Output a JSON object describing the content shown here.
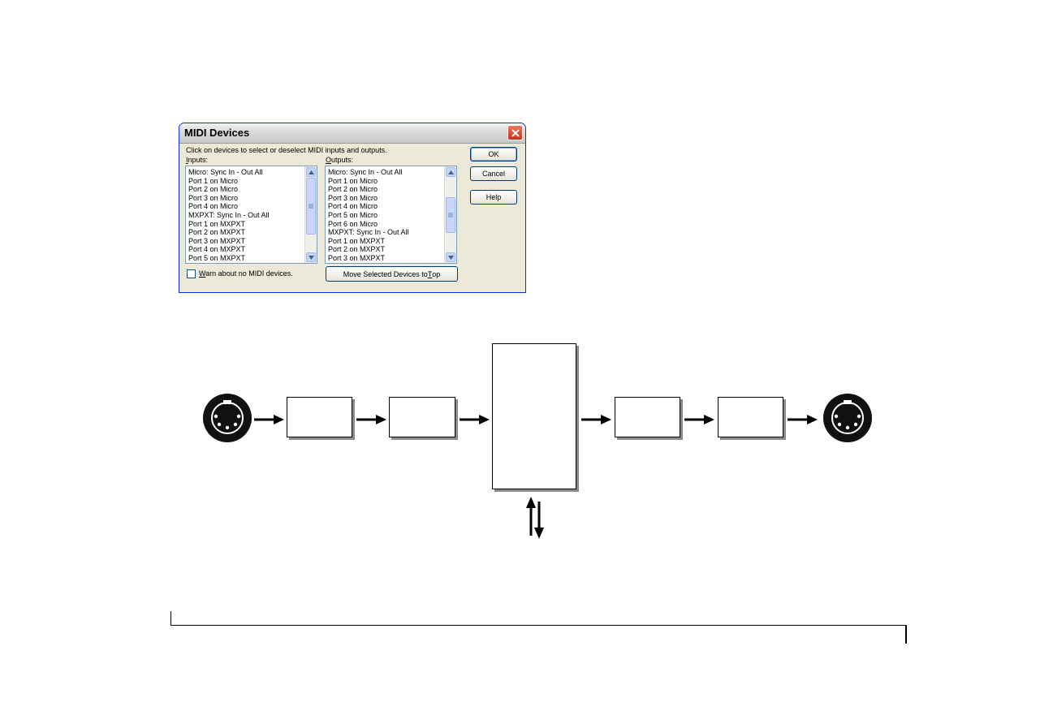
{
  "dialog": {
    "title": "MIDI Devices",
    "instruction": "Click on devices to select or deselect MIDI inputs and outputs.",
    "inputs_label_mnemonic": "I",
    "inputs_label_rest": "nputs:",
    "outputs_label_mnemonic": "O",
    "outputs_label_rest": "utputs:",
    "inputs": [
      "Micro: Sync In - Out All",
      "Port 1 on Micro",
      "Port 2 on Micro",
      "Port 3 on Micro",
      "Port 4 on Micro",
      "MXPXT: Sync In - Out All",
      "Port 1 on MXPXT",
      "Port 2 on MXPXT",
      "Port 3 on MXPXT",
      "Port 4 on MXPXT",
      "Port 5 on MXPXT"
    ],
    "outputs": [
      "Micro: Sync In - Out All",
      "Port 1 on Micro",
      "Port 2 on Micro",
      "Port 3 on Micro",
      "Port 4 on Micro",
      "Port 5 on Micro",
      "Port 6 on Micro",
      "MXPXT: Sync In - Out All",
      "Port 1 on MXPXT",
      "Port 2 on MXPXT",
      "Port 3 on MXPXT"
    ],
    "buttons": {
      "ok": "OK",
      "cancel": "Cancel",
      "help": "Help",
      "move_pre": "Move Selected Devices to ",
      "move_mnemonic": "T",
      "move_post": "op"
    },
    "warn_mnemonic": "W",
    "warn_rest": "arn about no MIDI devices.",
    "warn_checked": false
  },
  "diagram": {
    "blocks": [
      "block-1",
      "block-2",
      "central-block",
      "block-3",
      "block-4"
    ],
    "connectors": [
      "midi-in-connector",
      "midi-out-connector"
    ]
  }
}
